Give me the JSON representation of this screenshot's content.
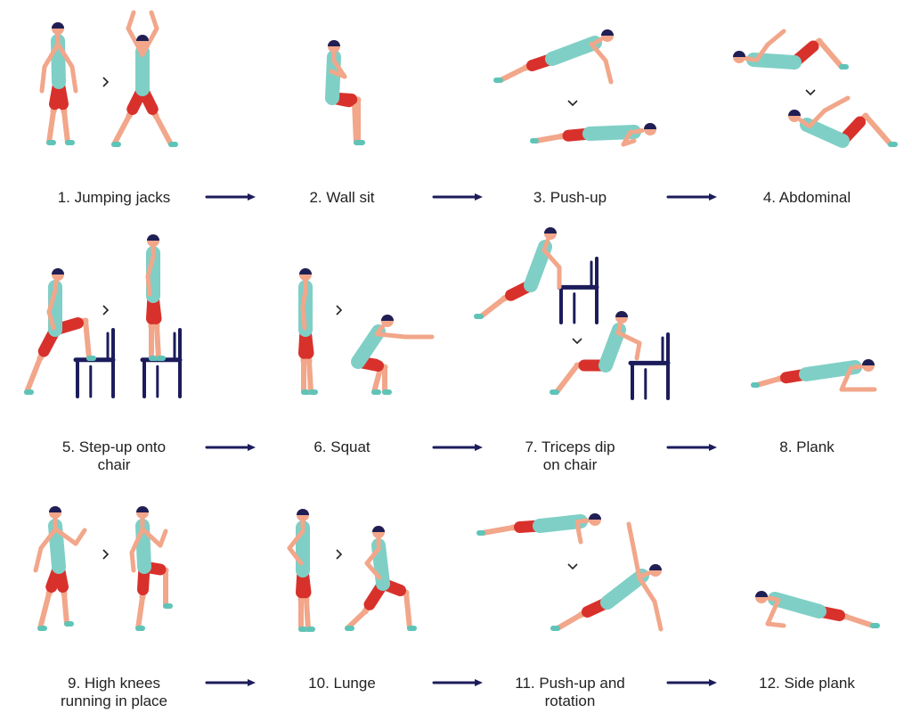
{
  "colors": {
    "skin": "#f2a68a",
    "top": "#7fcfc6",
    "shorts": "#d8312c",
    "hair": "#1f1f55",
    "chair": "#1c1c5c",
    "shoe": "#5fc4b8",
    "arrow": "#1c1c5c"
  },
  "exercises": [
    {
      "lines": [
        "1. Jumping jacks"
      ]
    },
    {
      "lines": [
        "2. Wall sit"
      ]
    },
    {
      "lines": [
        "3. Push-up"
      ]
    },
    {
      "lines": [
        "4. Abdominal"
      ]
    },
    {
      "lines": [
        "5. Step-up onto",
        "chair"
      ]
    },
    {
      "lines": [
        "6. Squat"
      ]
    },
    {
      "lines": [
        "7. Triceps dip",
        "on chair"
      ]
    },
    {
      "lines": [
        "8. Plank"
      ]
    },
    {
      "lines": [
        "9. High knees",
        "running in place"
      ]
    },
    {
      "lines": [
        "10. Lunge"
      ]
    },
    {
      "lines": [
        "11. Push-up and",
        "rotation"
      ]
    },
    {
      "lines": [
        "12. Side plank"
      ]
    }
  ]
}
